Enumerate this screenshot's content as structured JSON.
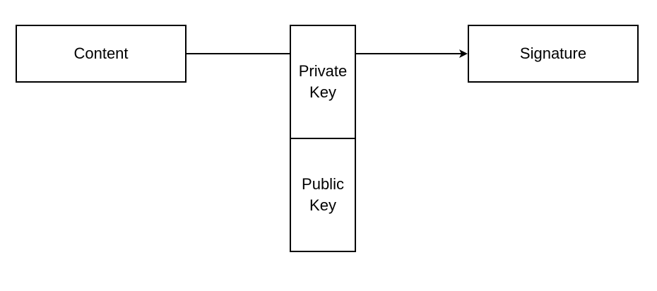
{
  "diagram": {
    "nodes": {
      "content": {
        "label": "Content"
      },
      "private_key": {
        "label": "Private\nKey"
      },
      "public_key": {
        "label": "Public\nKey"
      },
      "signature": {
        "label": "Signature"
      }
    },
    "edges": [
      {
        "from": "content",
        "to": "private_key",
        "arrow": false
      },
      {
        "from": "private_key",
        "to": "signature",
        "arrow": true
      }
    ],
    "colors": {
      "stroke": "#000000",
      "fill": "#ffffff",
      "text": "#000000"
    }
  }
}
